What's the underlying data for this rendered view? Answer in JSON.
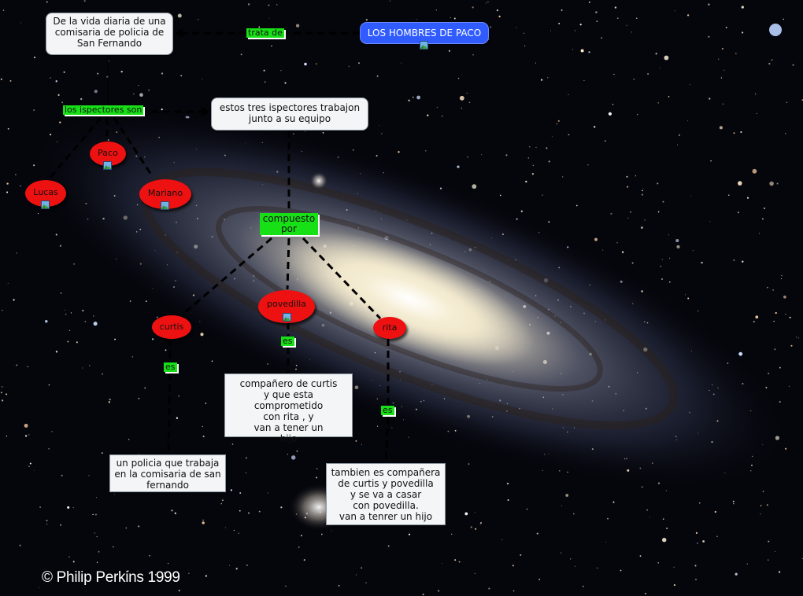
{
  "concept_map": {
    "concepts": {
      "comisaria": [
        "De la vida diaria de una",
        "comisaria de policia de",
        "San Fernando"
      ],
      "hombres_de_paco": "LOS HOMBRES DE PACO",
      "tres_inspectores": [
        "estos tres ispectores trabajon",
        "junto a su equipo"
      ],
      "paco": "Paco",
      "lucas": "Lucas",
      "mariano": "Mariano",
      "curtis": "curtis",
      "povedilla": "povedilla",
      "rita": "rita",
      "desc_curtis": [
        "un policia que trabaja",
        "en la comisaria de san",
        "fernando"
      ],
      "desc_povedilla": [
        "compañero de curtis",
        "y que esta comprometido",
        "con rita , y",
        "van a tener un",
        "hijo"
      ],
      "desc_rita": [
        "tambien es compañera",
        "de curtis y povedilla",
        "y se va a casar",
        "con povedilla.",
        "van a tenrer un hijo"
      ]
    },
    "linking_phrases": {
      "trata_de": "trata de",
      "los_ispectores_son": "los ispectores son",
      "compuesto_por": [
        "compuesto",
        "por"
      ],
      "es_curtis": "es",
      "es_povedilla": "es",
      "es_rita": "es"
    },
    "colors": {
      "concept_box": "#f3f5f7",
      "root_concept": "#2f5bff",
      "person_oval": "#ee1111",
      "linking_phrase": "#17e017"
    }
  },
  "credit": "© Philip Perkins 1999"
}
